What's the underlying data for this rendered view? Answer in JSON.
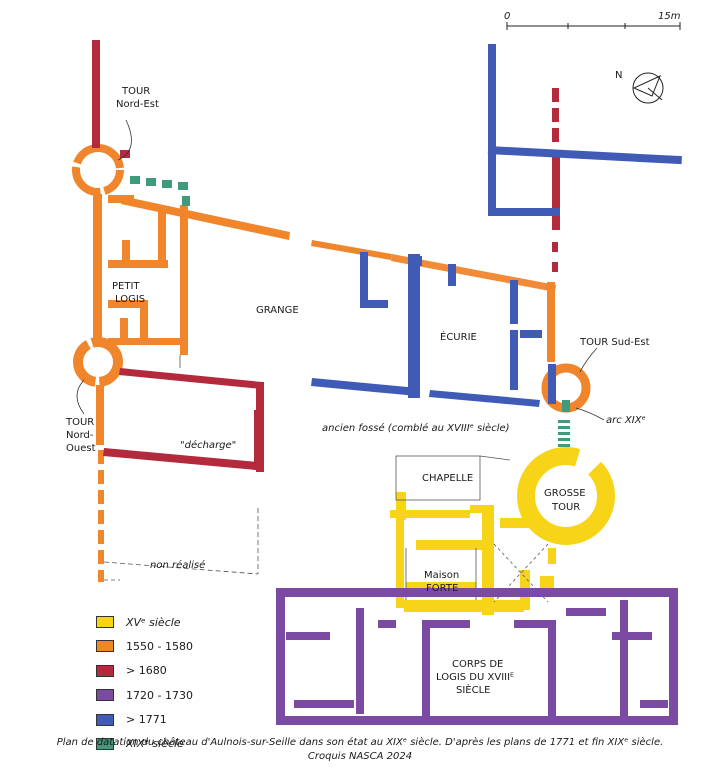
{
  "scale": {
    "start": "0",
    "end": "15m"
  },
  "north": {
    "label": "N"
  },
  "labels": {
    "tour_ne_1": "TOUR",
    "tour_ne_2": "Nord-Est",
    "petit_logis_1": "PETIT",
    "petit_logis_2": "LOGIS",
    "grange": "GRANGE",
    "ecurie": "ÉCURIE",
    "tour_se": "TOUR Sud-Est",
    "tour_no_1": "TOUR",
    "tour_no_2": "Nord-",
    "tour_no_3": "Ouest",
    "decharge": "\"décharge\"",
    "fosse": "ancien fossé (comblé au XVIIIᵉ siècle)",
    "arc": "arc XIXᵉ",
    "chapelle": "CHAPELLE",
    "grosse_tour_1": "GROSSE",
    "grosse_tour_2": "TOUR",
    "maison_forte_1": "Maison",
    "maison_forte_2": "FORTE",
    "non_realise": "non réalisé",
    "corps_1": "CORPS DE",
    "corps_2": "LOGIS DU XVIIIᴱ",
    "corps_3": "SIÈCLE"
  },
  "colors": {
    "xv": "#f7d417",
    "c1550": "#f0852c",
    "c1680": "#b32a3c",
    "c1720": "#7b4aa3",
    "c1771": "#3f5bb5",
    "xix": "#3f9b7c"
  },
  "legend": [
    {
      "label": "XVᵉ siècle",
      "color": "#f7d417",
      "italic": true
    },
    {
      "label": "1550 - 1580",
      "color": "#f0852c",
      "italic": false
    },
    {
      "label": "> 1680",
      "color": "#b32a3c",
      "italic": false
    },
    {
      "label": "1720 - 1730",
      "color": "#7b4aa3",
      "italic": false
    },
    {
      "label": "> 1771",
      "color": "#3f5bb5",
      "italic": false
    },
    {
      "label": "XIXᵉ siècle",
      "color": "#3f9b7c",
      "italic": true
    }
  ],
  "caption": {
    "line1": "Plan de datation du château d'Aulnois-sur-Seille dans son état au XIXᵉ siècle. D'après les plans de 1771 et fin XIXᵉ siècle.",
    "line2": "Croquis NASCA 2024"
  }
}
